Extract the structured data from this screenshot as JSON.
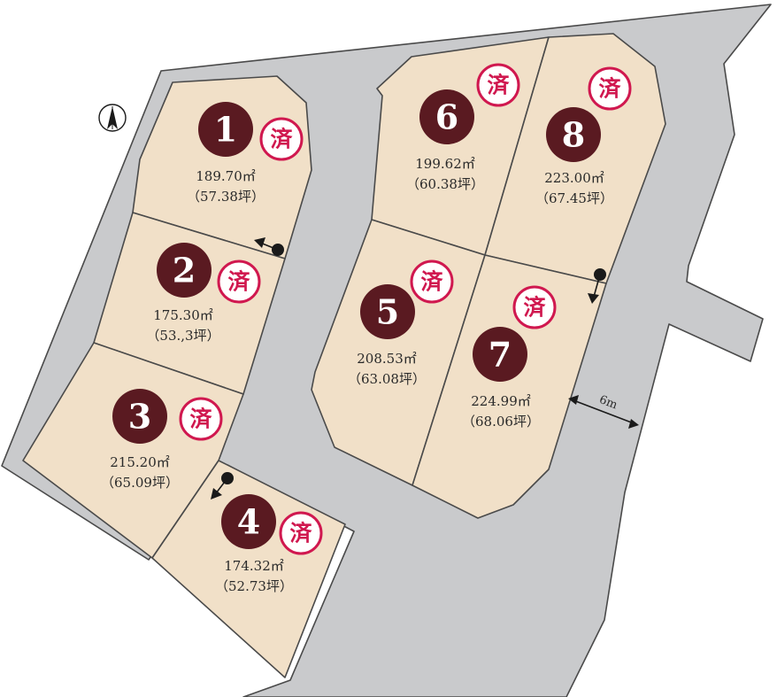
{
  "colors": {
    "lot_fill": "#f1e0c8",
    "road_fill": "#c9cacc",
    "lot_number_circle": "#5a1a21",
    "sold_mark": "#d0184f"
  },
  "north_indicator": "north-arrow-icon",
  "lots": [
    {
      "number": "1",
      "sold": "済",
      "area": "189.70㎡",
      "tsubo": "（57.38坪）"
    },
    {
      "number": "2",
      "sold": "済",
      "area": "175.30㎡",
      "tsubo": "（53.,3坪）"
    },
    {
      "number": "3",
      "sold": "済",
      "area": "215.20㎡",
      "tsubo": "（65.09坪）"
    },
    {
      "number": "4",
      "sold": "済",
      "area": "174.32㎡",
      "tsubo": "（52.73坪）"
    },
    {
      "number": "5",
      "sold": "済",
      "area": "208.53㎡",
      "tsubo": "（63.08坪）"
    },
    {
      "number": "6",
      "sold": "済",
      "area": "199.62㎡",
      "tsubo": "（60.38坪）"
    },
    {
      "number": "7",
      "sold": "済",
      "area": "224.99㎡",
      "tsubo": "（68.06坪）"
    },
    {
      "number": "8",
      "sold": "済",
      "area": "223.00㎡",
      "tsubo": "（67.45坪）"
    }
  ],
  "road_width_label": "6m"
}
